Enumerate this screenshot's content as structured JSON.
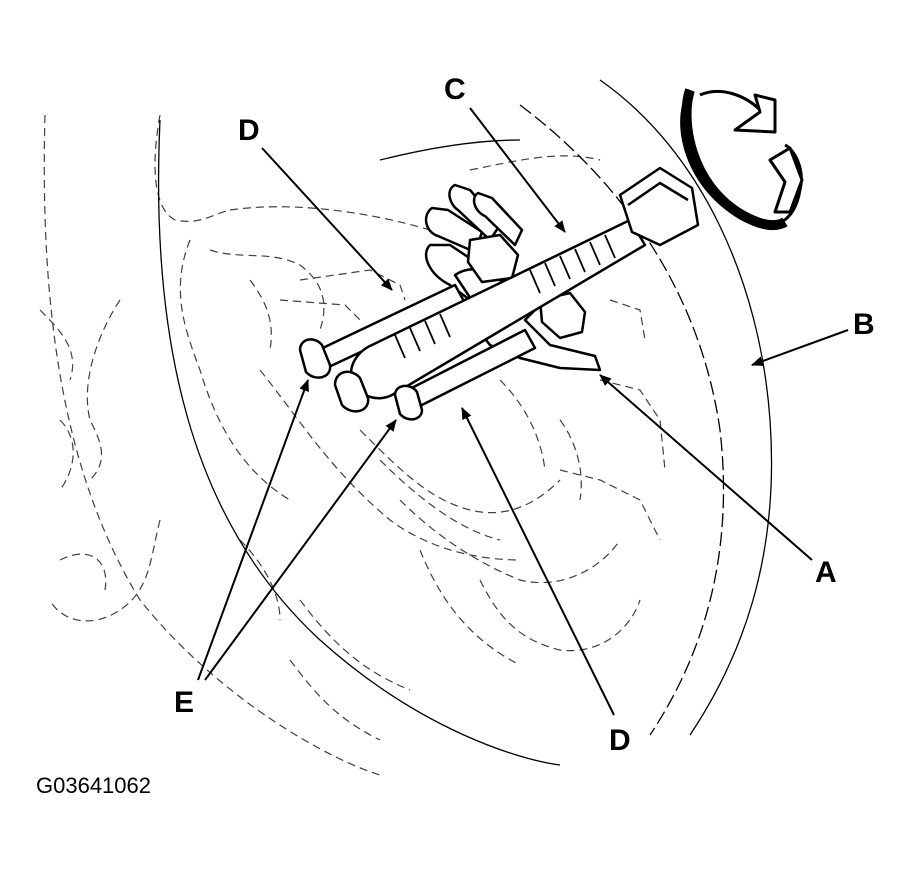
{
  "figure_id": "G03641062",
  "callouts": {
    "a": "A",
    "b": "B",
    "c": "C",
    "d_top": "D",
    "d_bottom": "D",
    "e": "E"
  },
  "colors": {
    "line": "#000000",
    "background": "#ffffff"
  }
}
